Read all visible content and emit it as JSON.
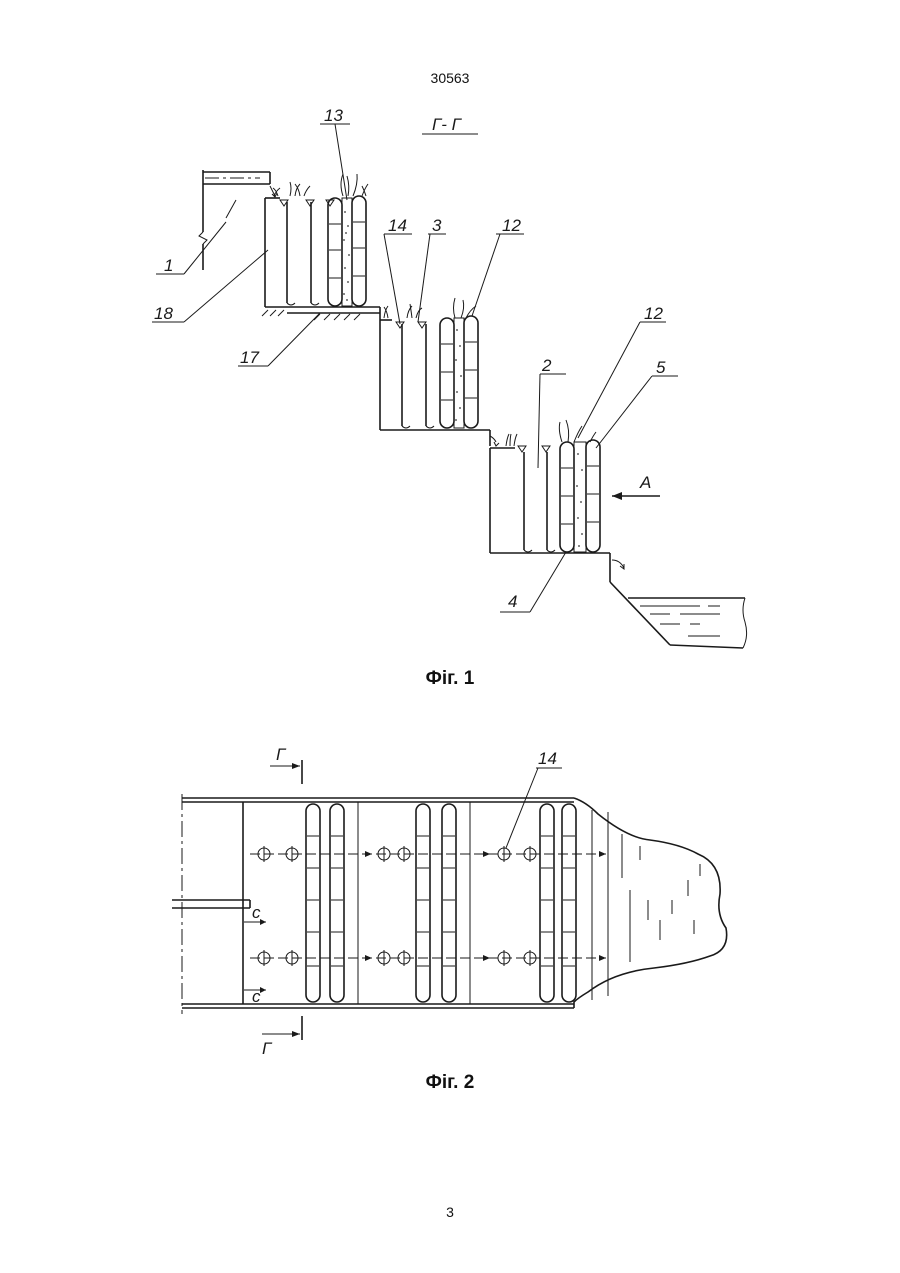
{
  "document": {
    "number": "30563",
    "page": "3"
  },
  "figure1": {
    "caption": "Фіг. 1",
    "section_label": "Г- Г",
    "view_label": "А",
    "labels": {
      "l1": "1",
      "l2": "2",
      "l3": "3",
      "l4": "4",
      "l5": "5",
      "l12a": "12",
      "l12b": "12",
      "l13": "13",
      "l14": "14",
      "l17": "17",
      "l18": "18"
    }
  },
  "figure2": {
    "caption": "Фіг. 2",
    "section_mark_top": "Г",
    "section_mark_bottom": "Г",
    "cut_mark_top": "с",
    "cut_mark_bottom": "с",
    "label_14": "14"
  }
}
